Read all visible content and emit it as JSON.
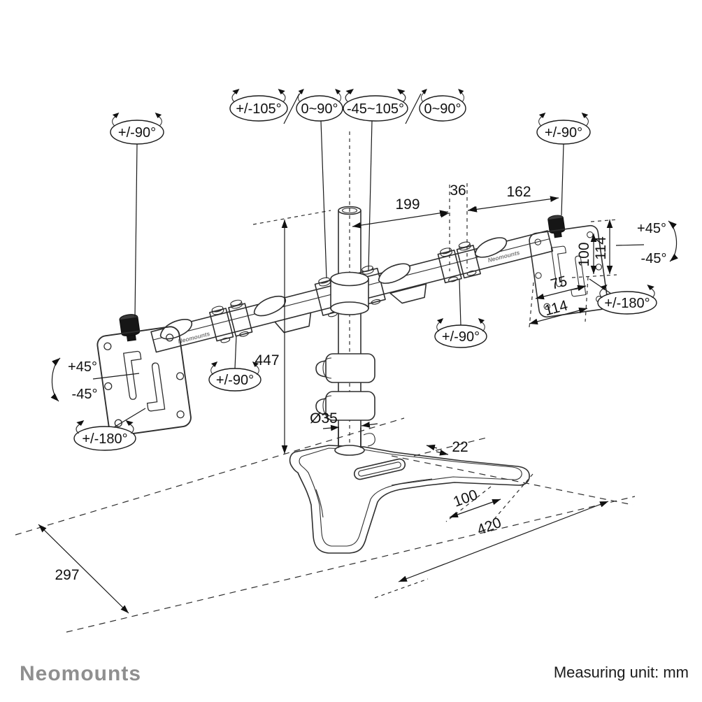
{
  "brand": {
    "logo_text": "Neomounts",
    "measuring_unit_label": "Measuring unit: mm"
  },
  "arm_labels": {
    "left": "Neomounts",
    "right": "Neomounts"
  },
  "callouts": {
    "left_plate_swivel_knob": "+/-90°",
    "right_plate_swivel_knob": "+/-90°",
    "arm_left_rotation": "+/-105°",
    "arm_left_tilt": "0~90°",
    "pole_rotation": "-45~105°",
    "arm_right_tilt": "0~90°",
    "left_elbow_rotation": "+/-90°",
    "right_elbow_rotation": "+/-90°",
    "left_plate_tilt_up": "+45°",
    "left_plate_tilt_down": "-45°",
    "left_plate_rotation": "+/-180°",
    "right_plate_tilt_up": "+45°",
    "right_plate_tilt_down": "-45°",
    "right_plate_rotation": "+/-180°"
  },
  "dimensions": {
    "pole_to_elbow": "199",
    "elbow_width": "36",
    "elbow_to_plate": "162",
    "vesa_pattern_height": "100",
    "plate_height": "114",
    "vesa_pattern_width": "75",
    "plate_width": "114",
    "pole_height": "447",
    "pole_diameter": "Ø35",
    "base_edge_offset": "22",
    "base_slot_length": "100",
    "base_width": "420",
    "base_depth": "297"
  }
}
